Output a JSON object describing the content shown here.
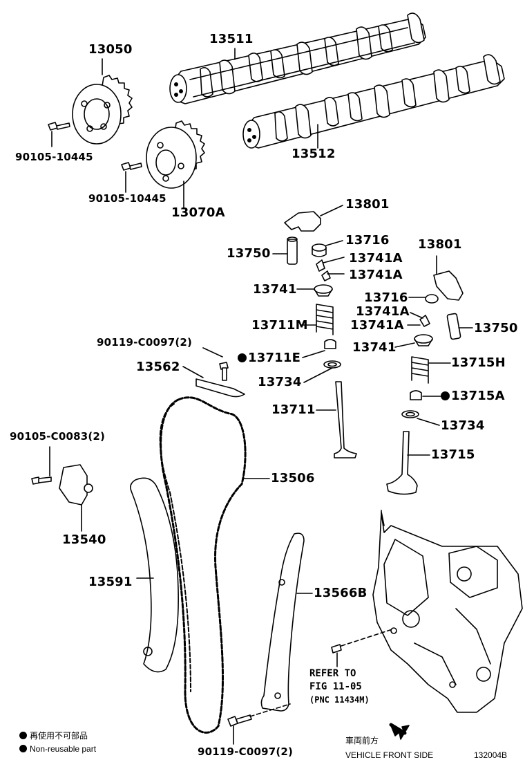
{
  "parts": {
    "p13050": "13050",
    "p13511": "13511",
    "p13512": "13512",
    "p90105_10445_a": "90105-10445",
    "p90105_10445_b": "90105-10445",
    "p13070A": "13070A",
    "p13801_a": "13801",
    "p13716_a": "13716",
    "p13750_a": "13750",
    "p13741A_a": "13741A",
    "p13741A_b": "13741A",
    "p13741_a": "13741",
    "p13711M": "13711M",
    "p90119_C0097_a": "90119-C0097(2)",
    "p13711E": "13711E",
    "p13562": "13562",
    "p13734_a": "13734",
    "p13711": "13711",
    "p13801_b": "13801",
    "p13716_b": "13716",
    "p13741A_c": "13741A",
    "p13741A_d": "13741A",
    "p13750_b": "13750",
    "p13741_b": "13741",
    "p13715H": "13715H",
    "p13715A": "13715A",
    "p13734_b": "13734",
    "p13715": "13715",
    "p90105_C0083": "90105-C0083(2)",
    "p13506": "13506",
    "p13540": "13540",
    "p13591": "13591",
    "p13566B": "13566B",
    "p90119_C0097_b": "90119-C0097(2)"
  },
  "refer": {
    "line1": "REFER TO",
    "line2": "FIG 11-05",
    "line3": "(PNC 11434M)"
  },
  "legend": {
    "jp": "再使用不可部品",
    "en": "Non-reusable part"
  },
  "direction": {
    "jp": "車両前方",
    "en": "VEHICLE FRONT SIDE"
  },
  "figure_id": "132004B",
  "colors": {
    "ink": "#000000",
    "paper": "#ffffff"
  }
}
